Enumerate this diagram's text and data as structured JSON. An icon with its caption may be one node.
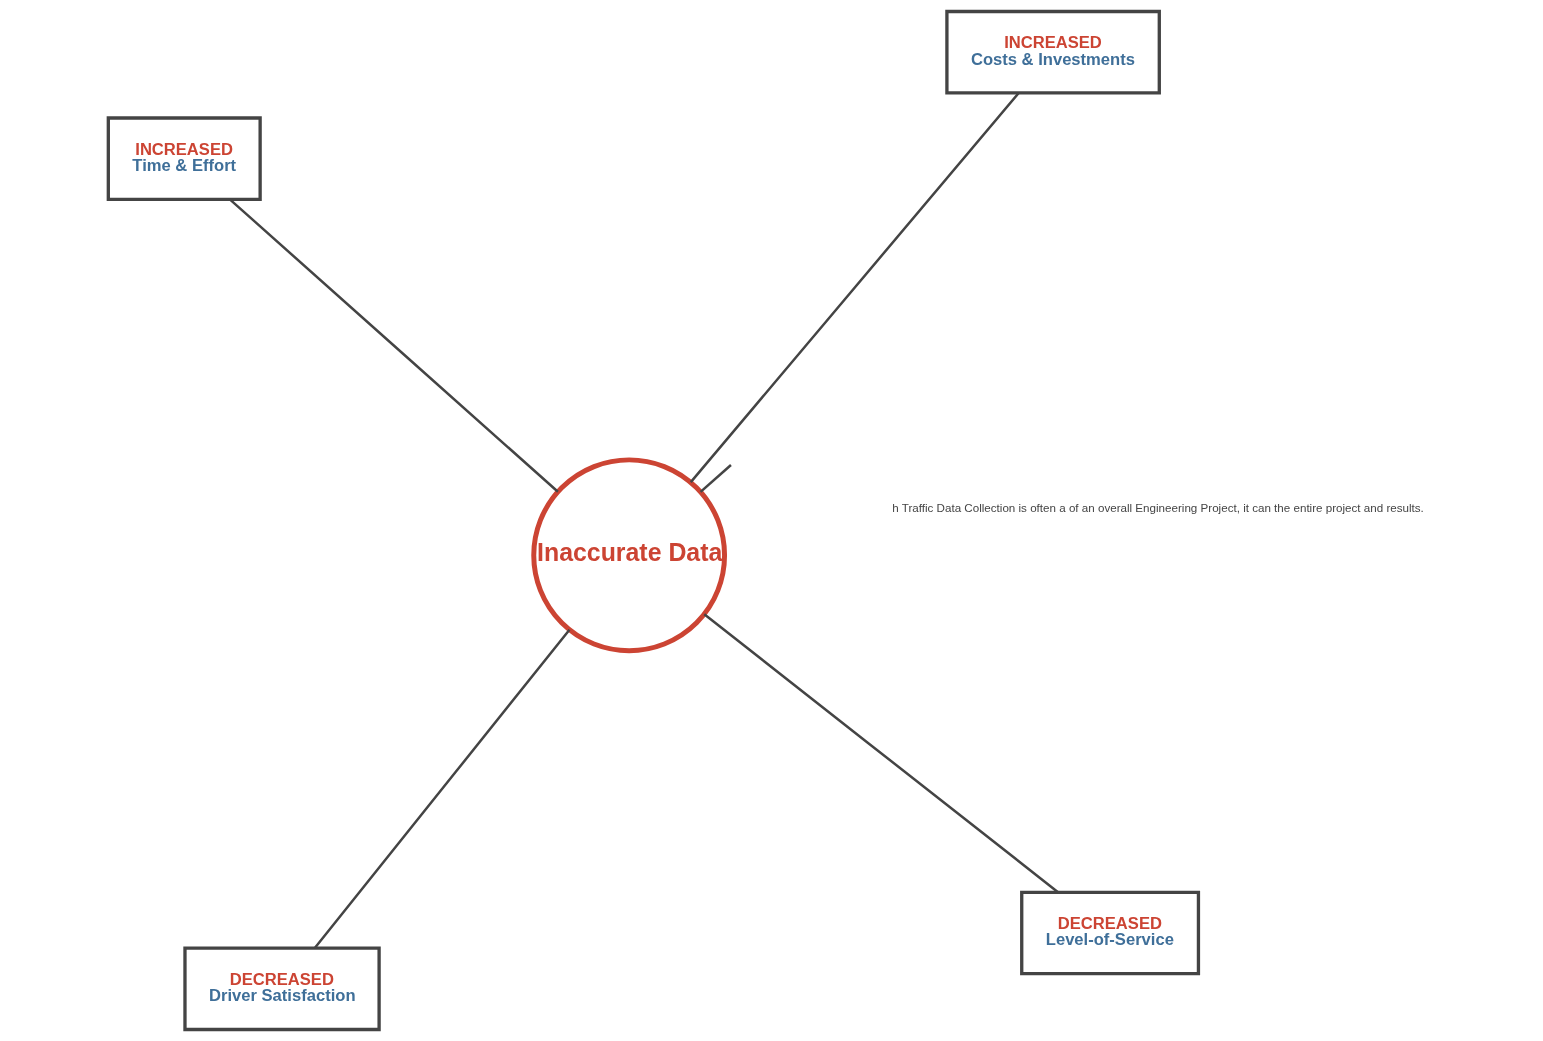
{
  "diagram": {
    "nodes": [
      {
        "text": [
          "Inaccurate Data"
        ]
      },
      {
        "text": [
          "DECREASED",
          "Level-of-Service"
        ]
      },
      {
        "text": [
          "DECREASED",
          "Driver Satisfaction"
        ]
      },
      {
        "text": [
          "INCREASED",
          "Time & Effort"
        ]
      },
      {
        "text": [
          "INCREASED",
          "Costs & Investments"
        ]
      }
    ],
    "edges": [
      {
        "from": 0,
        "to": 1,
        "arrow": "none"
      },
      {
        "from": 0,
        "to": 2,
        "arrow": "none"
      },
      {
        "from": 0,
        "to": 3,
        "arrow": "none"
      },
      {
        "from": 0,
        "to": 4,
        "arrow": "none"
      },
      {
        "from": null,
        "to": 0,
        "arrow": "none"
      }
    ],
    "labels": [
      "h Traffic Data Collection is often a of an overall Engineering Project, it can the entire project and results."
    ]
  }
}
